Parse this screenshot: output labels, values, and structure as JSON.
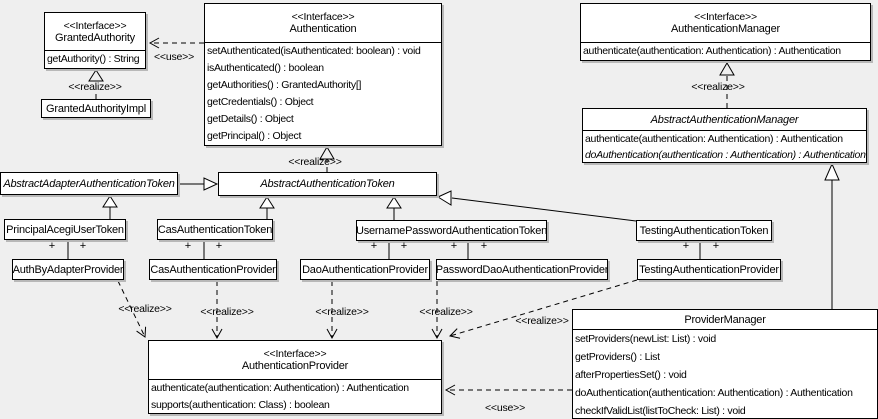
{
  "stereotype_labels": {
    "interface": "<<Interface>>",
    "realize": "<<realize>>",
    "use": "<<use>>",
    "plus": "+"
  },
  "classes": {
    "granted_authority": {
      "stereotype": "<<Interface>>",
      "name": "GrantedAuthority",
      "methods": [
        "getAuthority() : String"
      ]
    },
    "granted_authority_impl": {
      "name": "GrantedAuthorityImpl"
    },
    "authentication": {
      "stereotype": "<<Interface>>",
      "name": "Authentication",
      "methods": [
        "setAuthenticated(isAuthenticated: boolean) : void",
        "isAuthenticated() : boolean",
        "getAuthorities() : GrantedAuthority[]",
        "getCredentials() : Object",
        "getDetails() : Object",
        "getPrincipal() : Object"
      ]
    },
    "authentication_manager": {
      "stereotype": "<<Interface>>",
      "name": "AuthenticationManager",
      "methods": [
        "authenticate(authentication: Authentication) : Authentication"
      ]
    },
    "abstract_authentication_manager": {
      "name": "AbstractAuthenticationManager",
      "methods": [
        "authenticate(authentication: Authentication) : Authentication",
        "doAuthentication(authentication : Authentication) : Authentication"
      ]
    },
    "abstract_adapter_authentication_token": {
      "name": "AbstractAdapterAuthenticationToken"
    },
    "abstract_authentication_token": {
      "name": "AbstractAuthenticationToken"
    },
    "principal_acegi_user_token": {
      "name": "PrincipalAcegiUserToken"
    },
    "cas_authentication_token": {
      "name": "CasAuthenticationToken"
    },
    "username_password_authentication_token": {
      "name": "UsernamePasswordAuthenticationToken"
    },
    "testing_authentication_token": {
      "name": "TestingAuthenticationToken"
    },
    "auth_by_adapter_provider": {
      "name": "AuthByAdapterProvider"
    },
    "cas_authentication_provider": {
      "name": "CasAuthenticationProvider"
    },
    "dao_authentication_provider": {
      "name": "DaoAuthenticationProvider"
    },
    "password_dao_authentication_provider": {
      "name": "PasswordDaoAuthenticationProvider"
    },
    "testing_authentication_provider": {
      "name": "TestingAuthenticationProvider"
    },
    "authentication_provider": {
      "stereotype": "<<Interface>>",
      "name": "AuthenticationProvider",
      "methods": [
        "authenticate(authentication: Authentication) : Authentication",
        "supports(authentication: Class) : boolean"
      ]
    },
    "provider_manager": {
      "name": "ProviderManager",
      "methods": [
        "setProviders(newList: List) : void",
        "getProviders() : List",
        "afterPropertiesSet() : void",
        "doAuthentication(authentication: Authentication) : Authentication",
        "checkIfValidList(listToCheck: List) : void"
      ]
    }
  },
  "colors": {
    "background": "#efefef",
    "box_fill": "#ffffff",
    "line": "#000000",
    "shadow": "#b8b8b8"
  }
}
